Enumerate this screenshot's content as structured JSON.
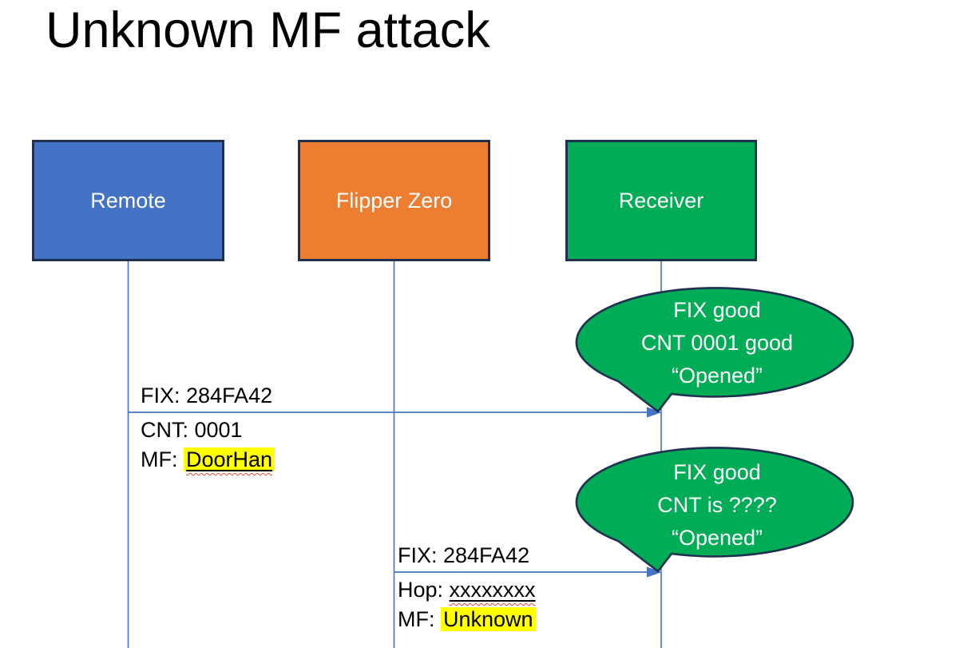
{
  "slide": {
    "title": "Unknown MF attack"
  },
  "actors": [
    {
      "id": "remote",
      "label": "Remote",
      "fill": "#4472c4",
      "border": "#1f3050"
    },
    {
      "id": "flipper-zero",
      "label": "Flipper Zero",
      "fill": "#ed7d31",
      "border": "#1f3050"
    },
    {
      "id": "receiver",
      "label": "Receiver",
      "fill": "#00ac55",
      "border": "#1f3050"
    }
  ],
  "messages": [
    {
      "from": "Remote",
      "to": "Receiver",
      "above": "FIX: 284FA42",
      "below": [
        {
          "prefix": "",
          "value": "CNT: 0001",
          "highlight": false,
          "underline": false,
          "spell_squiggle": false
        },
        {
          "prefix": "MF: ",
          "value": "DoorHan",
          "highlight": true,
          "underline": true,
          "spell_squiggle": true
        }
      ]
    },
    {
      "from": "Flipper Zero",
      "to": "Receiver",
      "above": "FIX: 284FA42",
      "below": [
        {
          "prefix": "Hop: ",
          "value": "xxxxxxxx",
          "highlight": false,
          "underline": true,
          "spell_squiggle": true
        },
        {
          "prefix": "MF: ",
          "value": "Unknown",
          "highlight": true,
          "underline": false,
          "spell_squiggle": false
        }
      ]
    }
  ],
  "callouts": [
    {
      "speaker": "Receiver",
      "lines": [
        "FIX good",
        "CNT 0001 good",
        "“Opened”"
      ]
    },
    {
      "speaker": "Receiver",
      "lines": [
        "FIX good",
        "CNT is ????",
        "“Opened”"
      ]
    }
  ],
  "colors": {
    "actor_blue": "#4472c4",
    "actor_orange": "#ed7d31",
    "actor_green": "#00ac55",
    "shape_border": "#1f3050",
    "lifeline_arrow": "#4472c4",
    "callout_fill": "#00ac55",
    "highlight_yellow": "#ffff00",
    "squiggle_red": "#e8442f",
    "text_black": "#000000",
    "text_white": "#ffffff"
  }
}
